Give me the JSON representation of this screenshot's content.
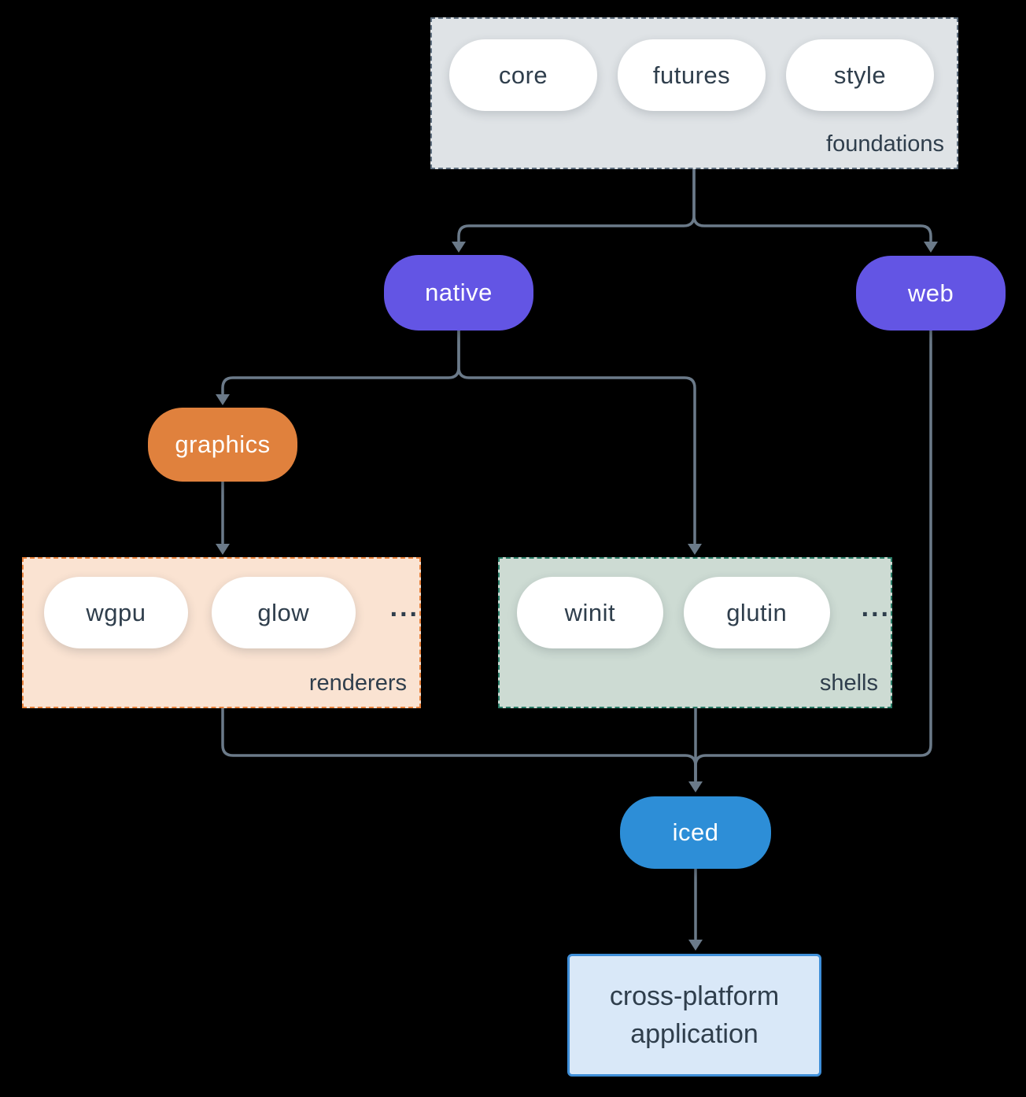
{
  "theme": {
    "background": "#000000",
    "connector": "#6b7a89",
    "text_dark": "#2f3e4c",
    "pill_text_light": "#ffffff",
    "purple": "#6355e4",
    "orange": "#e0813d",
    "blue": "#2d8ed7",
    "foundations_fill": "#dfe3e6",
    "foundations_border": "#607080",
    "renderers_fill": "#fae3d2",
    "renderers_border": "#e8823c",
    "shells_fill": "#cddbd3",
    "shells_border": "#2a7d68",
    "app_fill": "#d9e8f8",
    "app_border": "#3f8fd9"
  },
  "groups": {
    "foundations": {
      "label": "foundations",
      "pills": [
        "core",
        "futures",
        "style"
      ]
    },
    "renderers": {
      "label": "renderers",
      "pills": [
        "wgpu",
        "glow"
      ],
      "ellipsis": "..."
    },
    "shells": {
      "label": "shells",
      "pills": [
        "winit",
        "glutin"
      ],
      "ellipsis": "..."
    }
  },
  "nodes": {
    "native": {
      "label": "native"
    },
    "web": {
      "label": "web"
    },
    "graphics": {
      "label": "graphics"
    },
    "iced": {
      "label": "iced"
    },
    "application": {
      "line1": "cross-platform",
      "line2": "application"
    }
  },
  "edges": [
    {
      "from": "foundations",
      "to": "native"
    },
    {
      "from": "foundations",
      "to": "web"
    },
    {
      "from": "native",
      "to": "graphics"
    },
    {
      "from": "native",
      "to": "shells"
    },
    {
      "from": "graphics",
      "to": "renderers"
    },
    {
      "from": "renderers",
      "to": "iced"
    },
    {
      "from": "shells",
      "to": "iced"
    },
    {
      "from": "web",
      "to": "iced"
    },
    {
      "from": "iced",
      "to": "application"
    }
  ]
}
